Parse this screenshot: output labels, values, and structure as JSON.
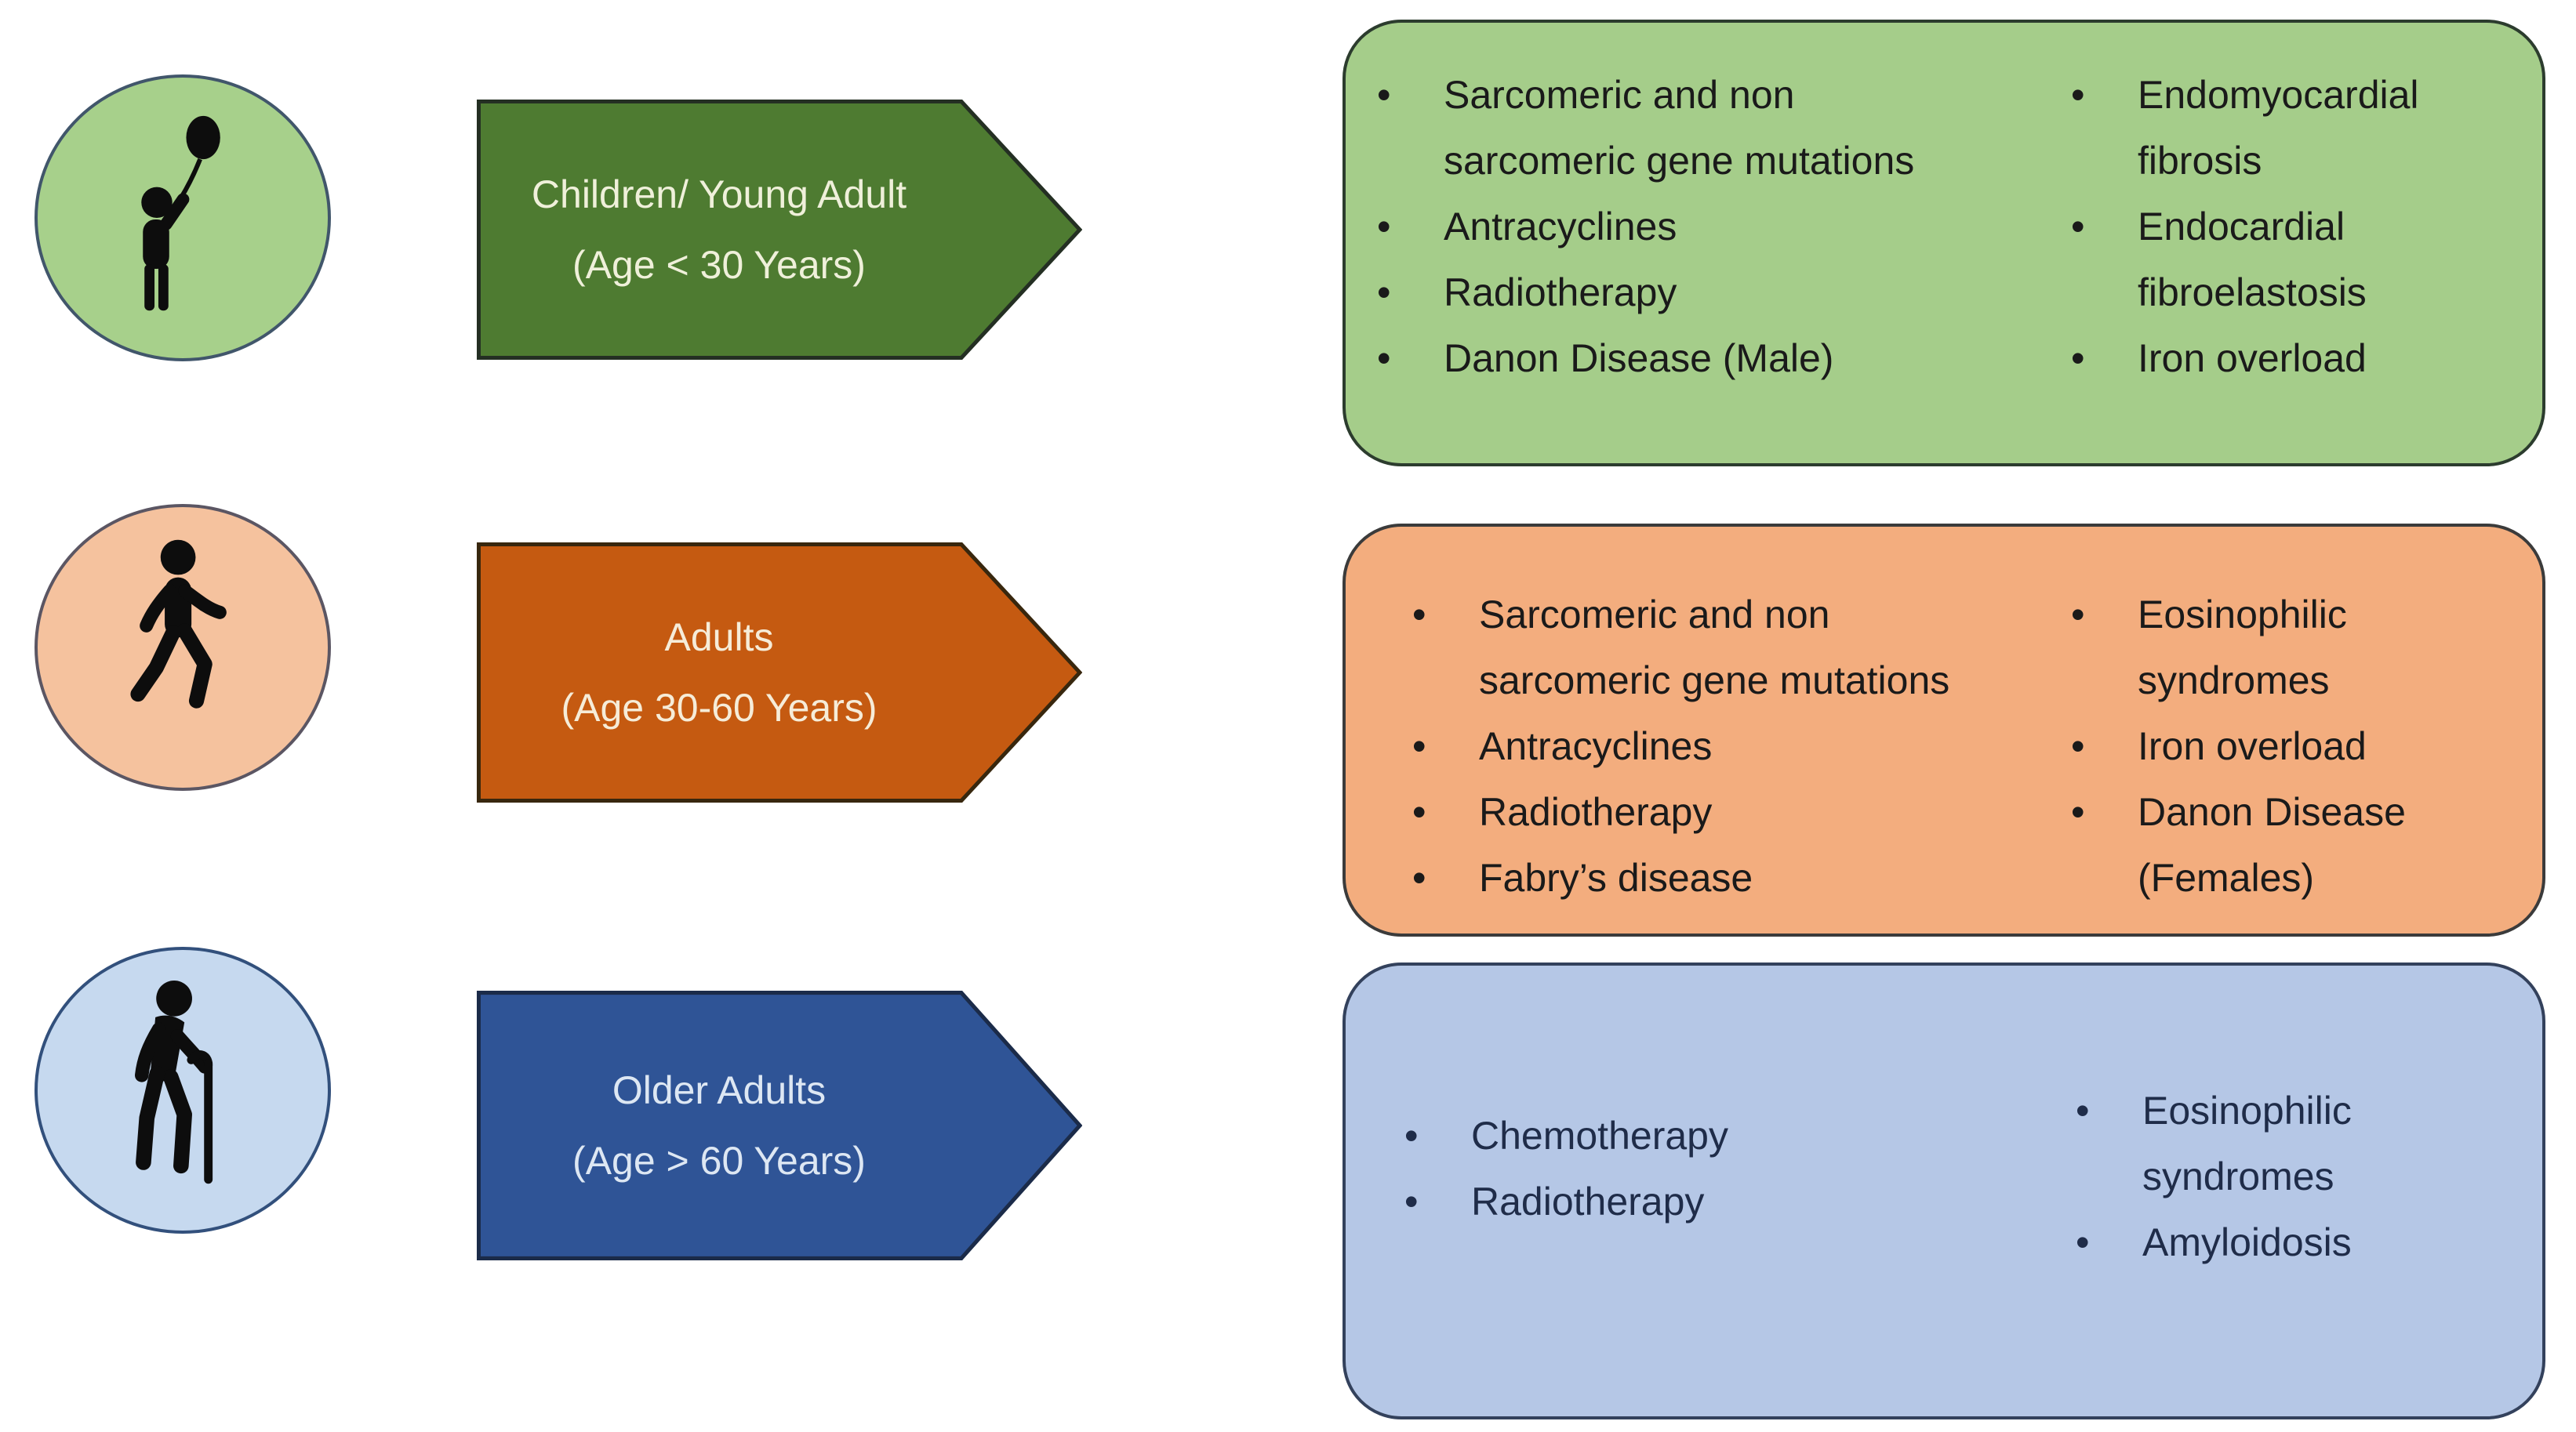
{
  "diagram": {
    "description": "Age-group diagram of causes, three rows: icon circle, age-group arrow, causes box",
    "background": "#ffffff",
    "rows": [
      {
        "group": "children-young-adult",
        "icon": "child-holding-balloon",
        "arrow": {
          "title": "Children/ Young Adult",
          "subtitle": "(Age < 30 Years)"
        },
        "colors": {
          "circle_fill": "#a7d08b",
          "circle_border": "#41566b",
          "arrow_fill": "#4e7b31",
          "arrow_border": "#242f23",
          "arrow_text": "#eff0da",
          "box_fill": "#a5cd8a",
          "box_border": "#2c3c2e",
          "box_text": "#1a1a1a"
        },
        "causes_left": [
          "Sarcomeric and non sarcomeric gene mutations",
          "Antracyclines",
          "Radiotherapy",
          "Danon Disease (Male)"
        ],
        "causes_right": [
          "Endomyocardial fibrosis",
          "Endocardial fibroelastosis",
          "Iron overload"
        ]
      },
      {
        "group": "adults",
        "icon": "walking-adult",
        "arrow": {
          "title": "Adults",
          "subtitle": "(Age 30-60 Years)"
        },
        "colors": {
          "circle_fill": "#f5c29e",
          "circle_border": "#5b5663",
          "arrow_fill": "#c55a11",
          "arrow_border": "#38270e",
          "arrow_text": "#f6ecd8",
          "box_fill": "#f3ad7e",
          "box_border": "#3b3b3b",
          "box_text": "#1a1a1a"
        },
        "causes_left": [
          "Sarcomeric and non sarcomeric gene mutations",
          "Antracyclines",
          "Radiotherapy",
          "Fabry’s disease"
        ],
        "causes_right": [
          "Eosinophilic syndromes",
          "Iron overload",
          "Danon Disease (Females)"
        ]
      },
      {
        "group": "older-adults",
        "icon": "elderly-person-with-cane",
        "arrow": {
          "title": "Older Adults",
          "subtitle": "(Age > 60 Years)"
        },
        "colors": {
          "circle_fill": "#c6d9ef",
          "circle_border": "#32507c",
          "arrow_fill": "#2f5496",
          "arrow_border": "#1b2b49",
          "arrow_text": "#dde7f3",
          "box_fill": "#b5c7e6",
          "box_border": "#33415c",
          "box_text": "#1f2c49"
        },
        "causes_left": [
          "Chemotherapy",
          "Radiotherapy"
        ],
        "causes_right": [
          "Eosinophilic syndromes",
          "Amyloidosis"
        ]
      }
    ]
  }
}
